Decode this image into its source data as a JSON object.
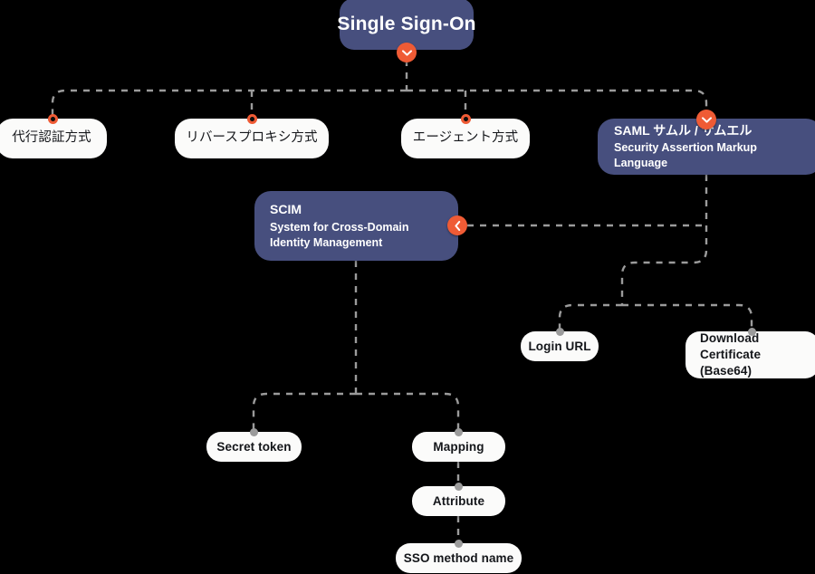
{
  "diagram": {
    "type": "mindmap",
    "title": "Single Sign-On",
    "background_color": "#000000",
    "branch_node_color": "#474f7e",
    "leaf_node_color": "#fbfbfa",
    "accent_color": "#ef5b35",
    "connector_color": "#9b9b9b",
    "connector_style": "dashed"
  },
  "nodes": {
    "root": {
      "title": "Single Sign-On",
      "badge": "chevron-down",
      "style": "branch"
    },
    "delegate_auth": {
      "title": "代行認証方式",
      "badge": "collapsed-ring",
      "style": "leaf"
    },
    "reverse_proxy": {
      "title": "リバースプロキシ方式",
      "badge": "collapsed-ring",
      "style": "leaf"
    },
    "agent": {
      "title": "エージェント方式",
      "badge": "collapsed-ring",
      "style": "leaf"
    },
    "saml": {
      "title": "SAML サムル / サムエル",
      "subtitle": "Security Assertion Markup Language",
      "badge": "chevron-down",
      "style": "branch"
    },
    "scim": {
      "title": "SCIM",
      "subtitle": "System for Cross-Domain Identity Management",
      "badge": "chevron-left",
      "style": "branch"
    },
    "login_url": {
      "title": "Login URL",
      "badge": "dot",
      "style": "leaf"
    },
    "download_certificate": {
      "title": "Download Certificate (Base64)",
      "badge": "dot",
      "style": "leaf"
    },
    "secret_token": {
      "title": "Secret token",
      "badge": "dot",
      "style": "leaf"
    },
    "mapping": {
      "title": "Mapping",
      "badge": "dot",
      "style": "leaf"
    },
    "attribute": {
      "title": "Attribute",
      "badge": "dot",
      "style": "leaf"
    },
    "sso_method_name": {
      "title": "SSO method name",
      "badge": "dot",
      "style": "leaf"
    }
  }
}
